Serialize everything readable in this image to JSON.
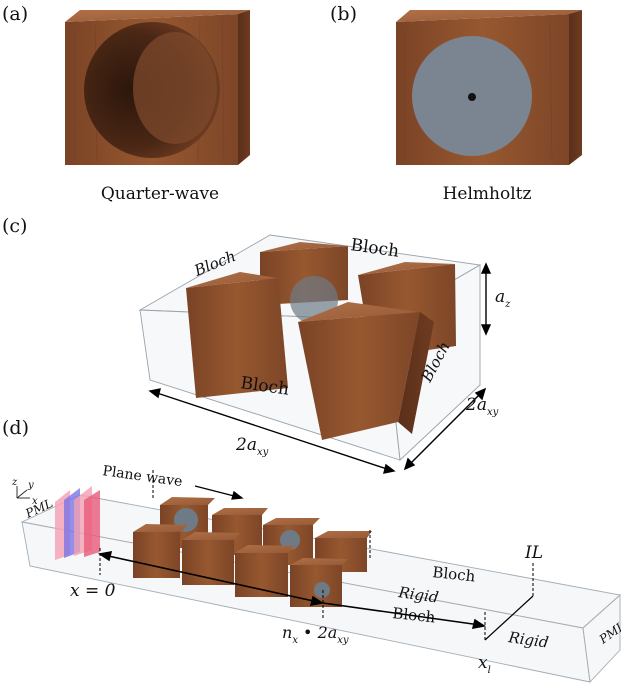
{
  "panels": {
    "a": {
      "tag": "(a)",
      "caption": "Quarter-wave"
    },
    "b": {
      "tag": "(b)",
      "caption": "Helmholtz"
    },
    "c": {
      "tag": "(c)",
      "bloch_left": "Bloch",
      "bloch_top": "Bloch",
      "bloch_front": "Bloch",
      "bloch_right": "Bloch",
      "height_label": "a",
      "height_sub": "z",
      "width_front": "2a",
      "width_front_sub": "xy",
      "width_side": "2a",
      "width_side_sub": "xy"
    },
    "d": {
      "tag": "(d)",
      "axes": {
        "z": "z",
        "y": "y",
        "x": "x"
      },
      "pml_left": "PML",
      "pml_right": "PML",
      "plane_wave": "Plane wave",
      "x_origin": "x = 0",
      "n_label": "n",
      "n_sub": "x",
      "n_tail": " • 2a",
      "n_tail_sub": "xy",
      "bloch_upper": "Bloch",
      "bloch_lower": "Bloch",
      "rigid_mid": "Rigid",
      "rigid_right": "Rigid",
      "il": "IL",
      "xl": "x",
      "xl_sub": "l"
    }
  },
  "colors": {
    "wood": "#8a4f2e",
    "wood_dark": "#5e321b",
    "wood_light": "#a3643d",
    "membrane": "#6e7a86",
    "pml_red": "#f06080",
    "pml_blue": "#6a6ae0",
    "glass": "#eef2f5"
  }
}
